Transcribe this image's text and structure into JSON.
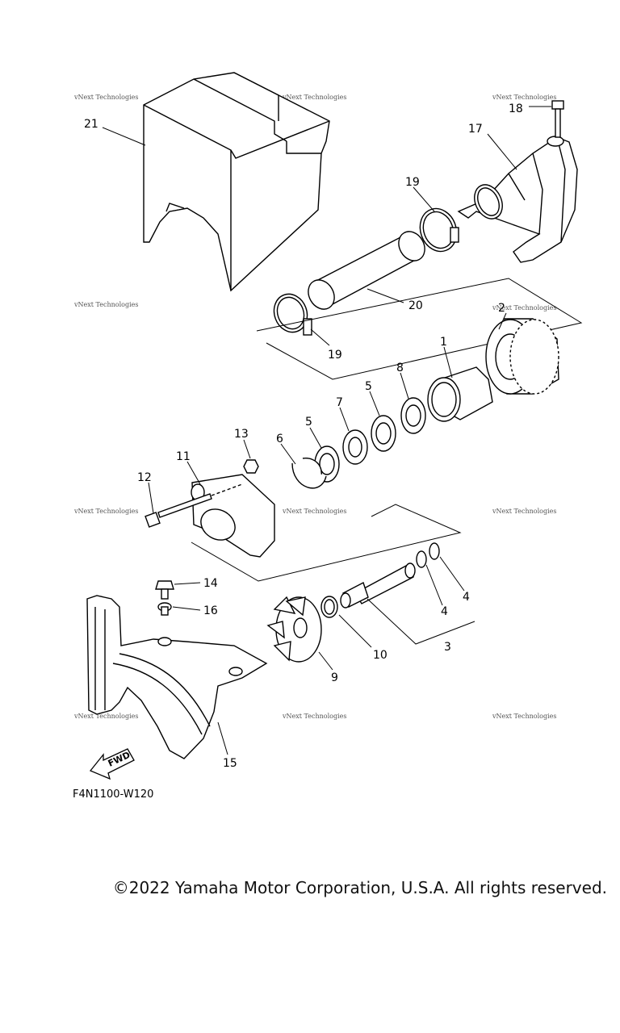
{
  "diagram_code": "F4N1100-W120",
  "copyright": "©2022 Yamaha Motor Corporation, U.S.A. All rights reserved.",
  "direction_label": "FWD",
  "watermark": "vNext Technologies",
  "callouts": {
    "p1": "1",
    "p2": "2",
    "p3": "3",
    "p4a": "4",
    "p4b": "4",
    "p5a": "5",
    "p5b": "5",
    "p6": "6",
    "p7": "7",
    "p8": "8",
    "p9": "9",
    "p10": "10",
    "p11": "11",
    "p12": "12",
    "p13": "13",
    "p14": "14",
    "p15": "15",
    "p16": "16",
    "p17": "17",
    "p18": "18",
    "p19a": "19",
    "p19b": "19",
    "p20": "20",
    "p21": "21"
  }
}
